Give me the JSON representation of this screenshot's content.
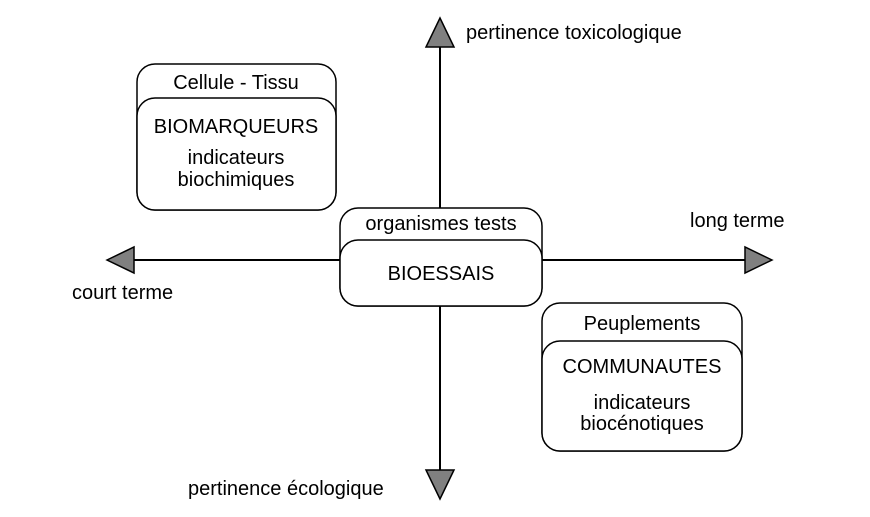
{
  "axes": {
    "top": "pertinence toxicologique",
    "bottom": "pertinence écologique",
    "left": "court terme",
    "right": "long terme"
  },
  "boxes": {
    "cellule": {
      "outer": "Cellule - Tissu",
      "inner_title": "BIOMARQUEURS",
      "inner_line1": "indicateurs",
      "inner_line2": "biochimiques"
    },
    "center": {
      "outer": "organismes tests",
      "inner_title": "BIOESSAIS"
    },
    "peuplements": {
      "outer": "Peuplements",
      "inner_title": "COMMUNAUTES",
      "inner_line1": "indicateurs",
      "inner_line2": "biocénotiques"
    }
  },
  "colors": {
    "arrowhead": "#808080",
    "line": "#000000",
    "background": "#ffffff"
  }
}
